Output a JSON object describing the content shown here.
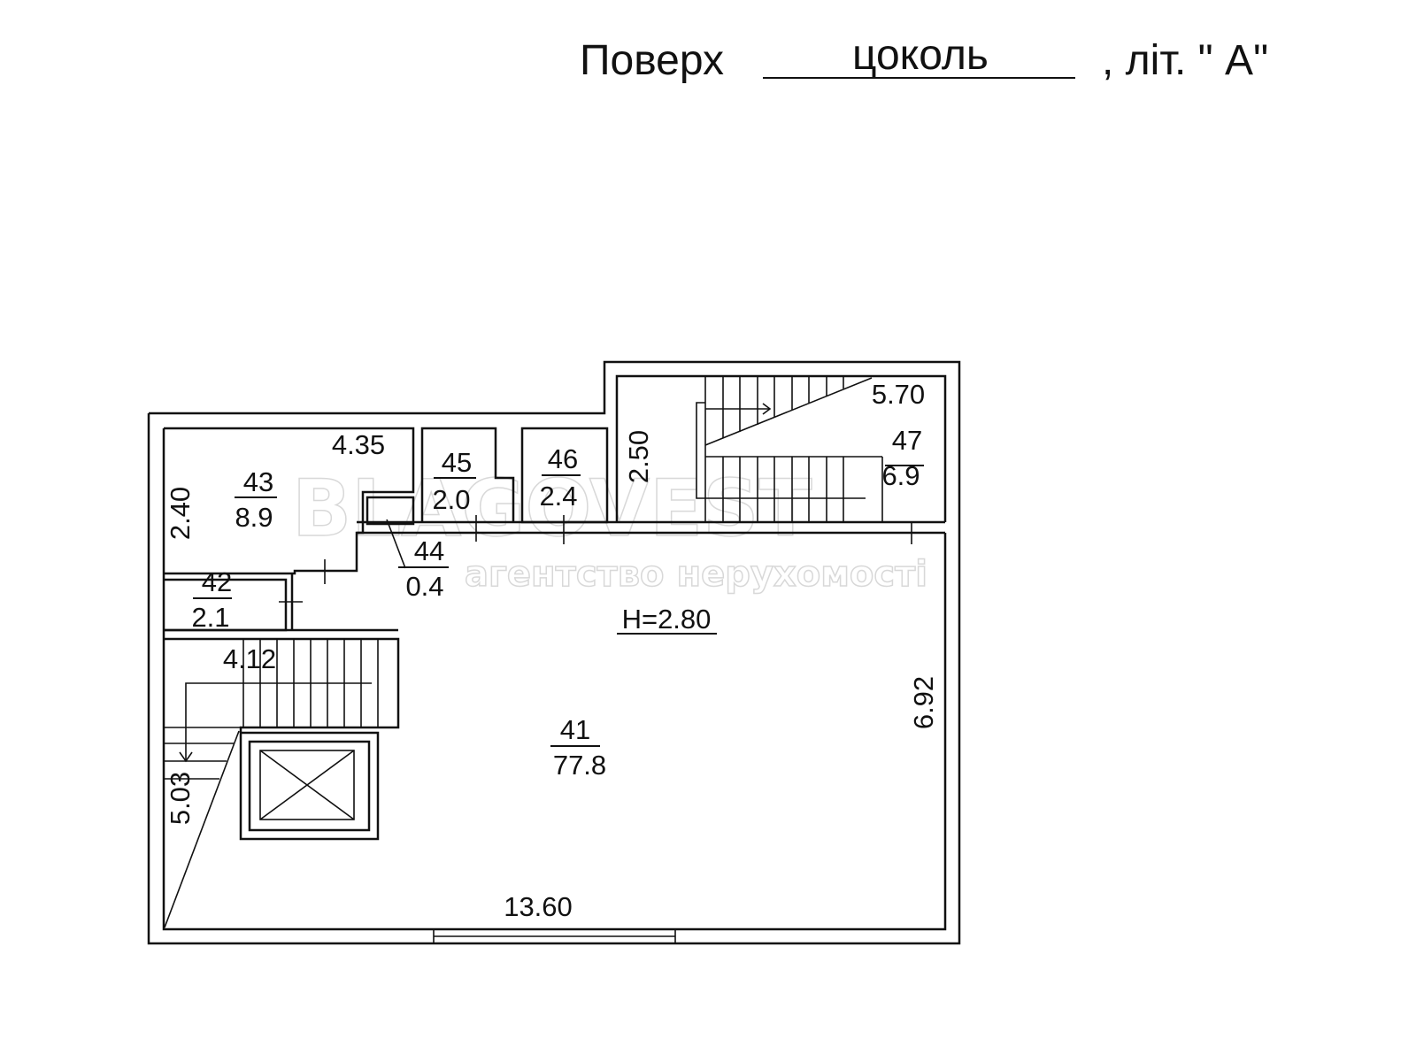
{
  "header": {
    "floor_label": "Поверх",
    "floor_value": "цоколь",
    "letter_label": ", літ. \" А\""
  },
  "watermark": {
    "brand": "BLAGOVEST",
    "subtitle": "агентство нерухомості"
  },
  "rooms": [
    {
      "number": "41",
      "area": "77.8"
    },
    {
      "number": "42",
      "area": "2.1"
    },
    {
      "number": "43",
      "area": "8.9"
    },
    {
      "number": "44",
      "area": "0.4"
    },
    {
      "number": "45",
      "area": "2.0"
    },
    {
      "number": "46",
      "area": "2.4"
    },
    {
      "number": "47",
      "area": "6.9"
    }
  ],
  "height": "H=2.80",
  "dimensions": {
    "d435": "4.35",
    "d240": "2.40",
    "d250": "2.50",
    "d570": "5.70",
    "d412": "4.12",
    "d503": "5.03",
    "d692": "6.92",
    "d1360": "13.60"
  }
}
